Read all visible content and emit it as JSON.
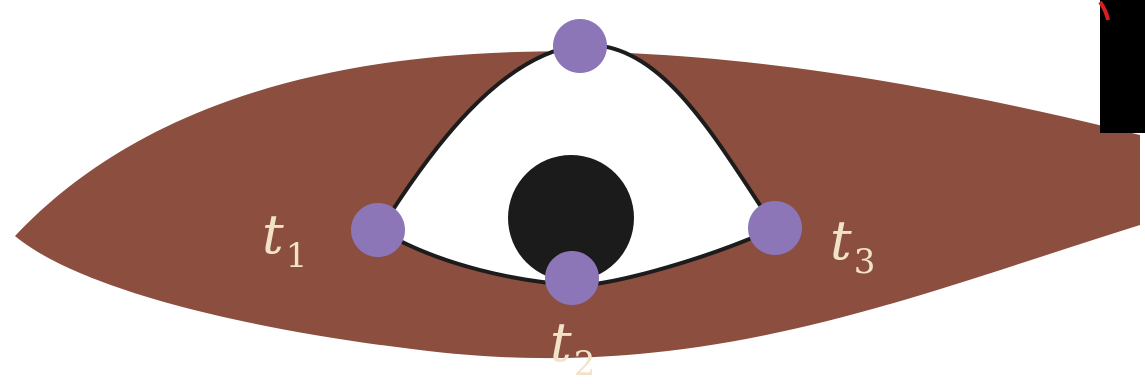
{
  "colors": {
    "background": "#ffffff",
    "eyelid": "#8b4e3f",
    "sclera": "#ffffff",
    "outline": "#1c1c1c",
    "pupil": "#1b1b1b",
    "control_point": "#8c76b8",
    "label_text": "#f1e3c8",
    "corner_box": "#000000",
    "corner_box_accent": "#d62020"
  },
  "control_points": [
    {
      "id": "top",
      "label": ""
    },
    {
      "id": "t1",
      "label": "t",
      "subscript": "1"
    },
    {
      "id": "t2",
      "label": "t",
      "subscript": "2"
    },
    {
      "id": "t3",
      "label": "t",
      "subscript": "3"
    }
  ],
  "icons": {
    "eye": "eye-icon",
    "pupil": "pupil-icon",
    "corner": "corner-box"
  }
}
